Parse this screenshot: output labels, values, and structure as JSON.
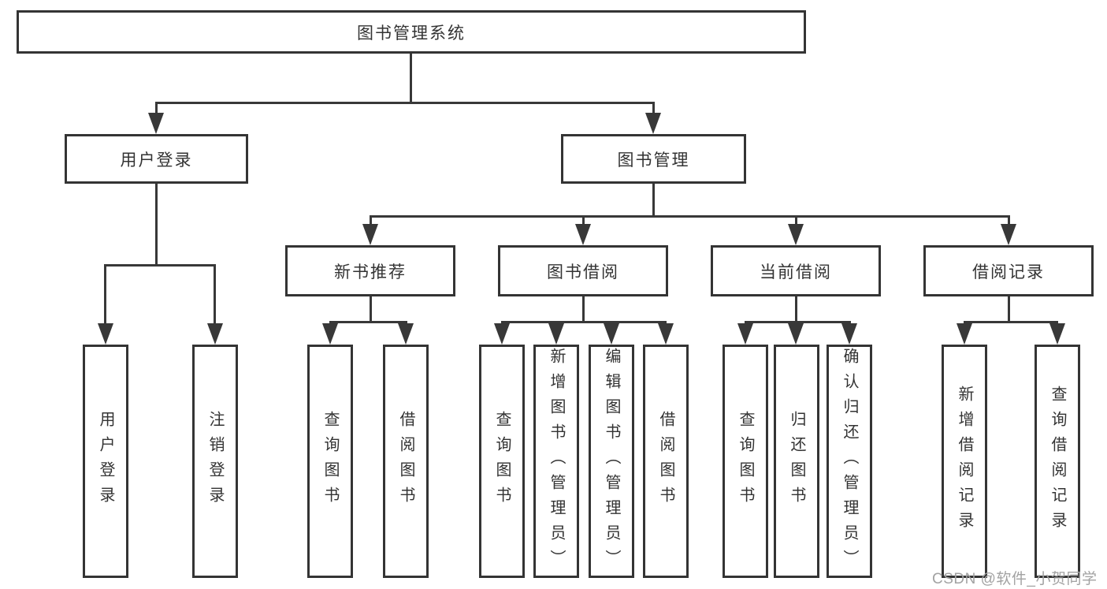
{
  "diagram": {
    "title": "图书管理系统",
    "watermark": "CSDN @软件_小贺同学",
    "colors": {
      "line": "#383838",
      "border": "#343434",
      "text": "#333333",
      "background": "#ffffff",
      "watermark": "#a2a2a2"
    },
    "nodes": {
      "root": {
        "label": "图书管理系统"
      },
      "user_login": {
        "label": "用户登录"
      },
      "book_mgmt": {
        "label": "图书管理"
      },
      "new_book_rec": {
        "label": "新书推荐"
      },
      "book_borrow": {
        "label": "图书借阅"
      },
      "current_borrow": {
        "label": "当前借阅"
      },
      "borrow_record": {
        "label": "借阅记录"
      },
      "leaf_user_login": {
        "label": "用户登录"
      },
      "leaf_logout": {
        "label": "注销登录"
      },
      "leaf_query_book_1": {
        "label": "查询图书"
      },
      "leaf_borrow_book_1": {
        "label": "借阅图书"
      },
      "leaf_query_book_2": {
        "label": "查询图书"
      },
      "leaf_add_book": {
        "label": "新增图书（管理员）"
      },
      "leaf_edit_book": {
        "label": "编辑图书（管理员）"
      },
      "leaf_borrow_book_2": {
        "label": "借阅图书"
      },
      "leaf_query_book_3": {
        "label": "查询图书"
      },
      "leaf_return_book": {
        "label": "归还图书"
      },
      "leaf_confirm_return": {
        "label": "确认归还（管理员）"
      },
      "leaf_add_record": {
        "label": "新增借阅记录"
      },
      "leaf_query_record": {
        "label": "查询借阅记录"
      }
    },
    "structure_note": "hierarchy diagram of library management system"
  }
}
